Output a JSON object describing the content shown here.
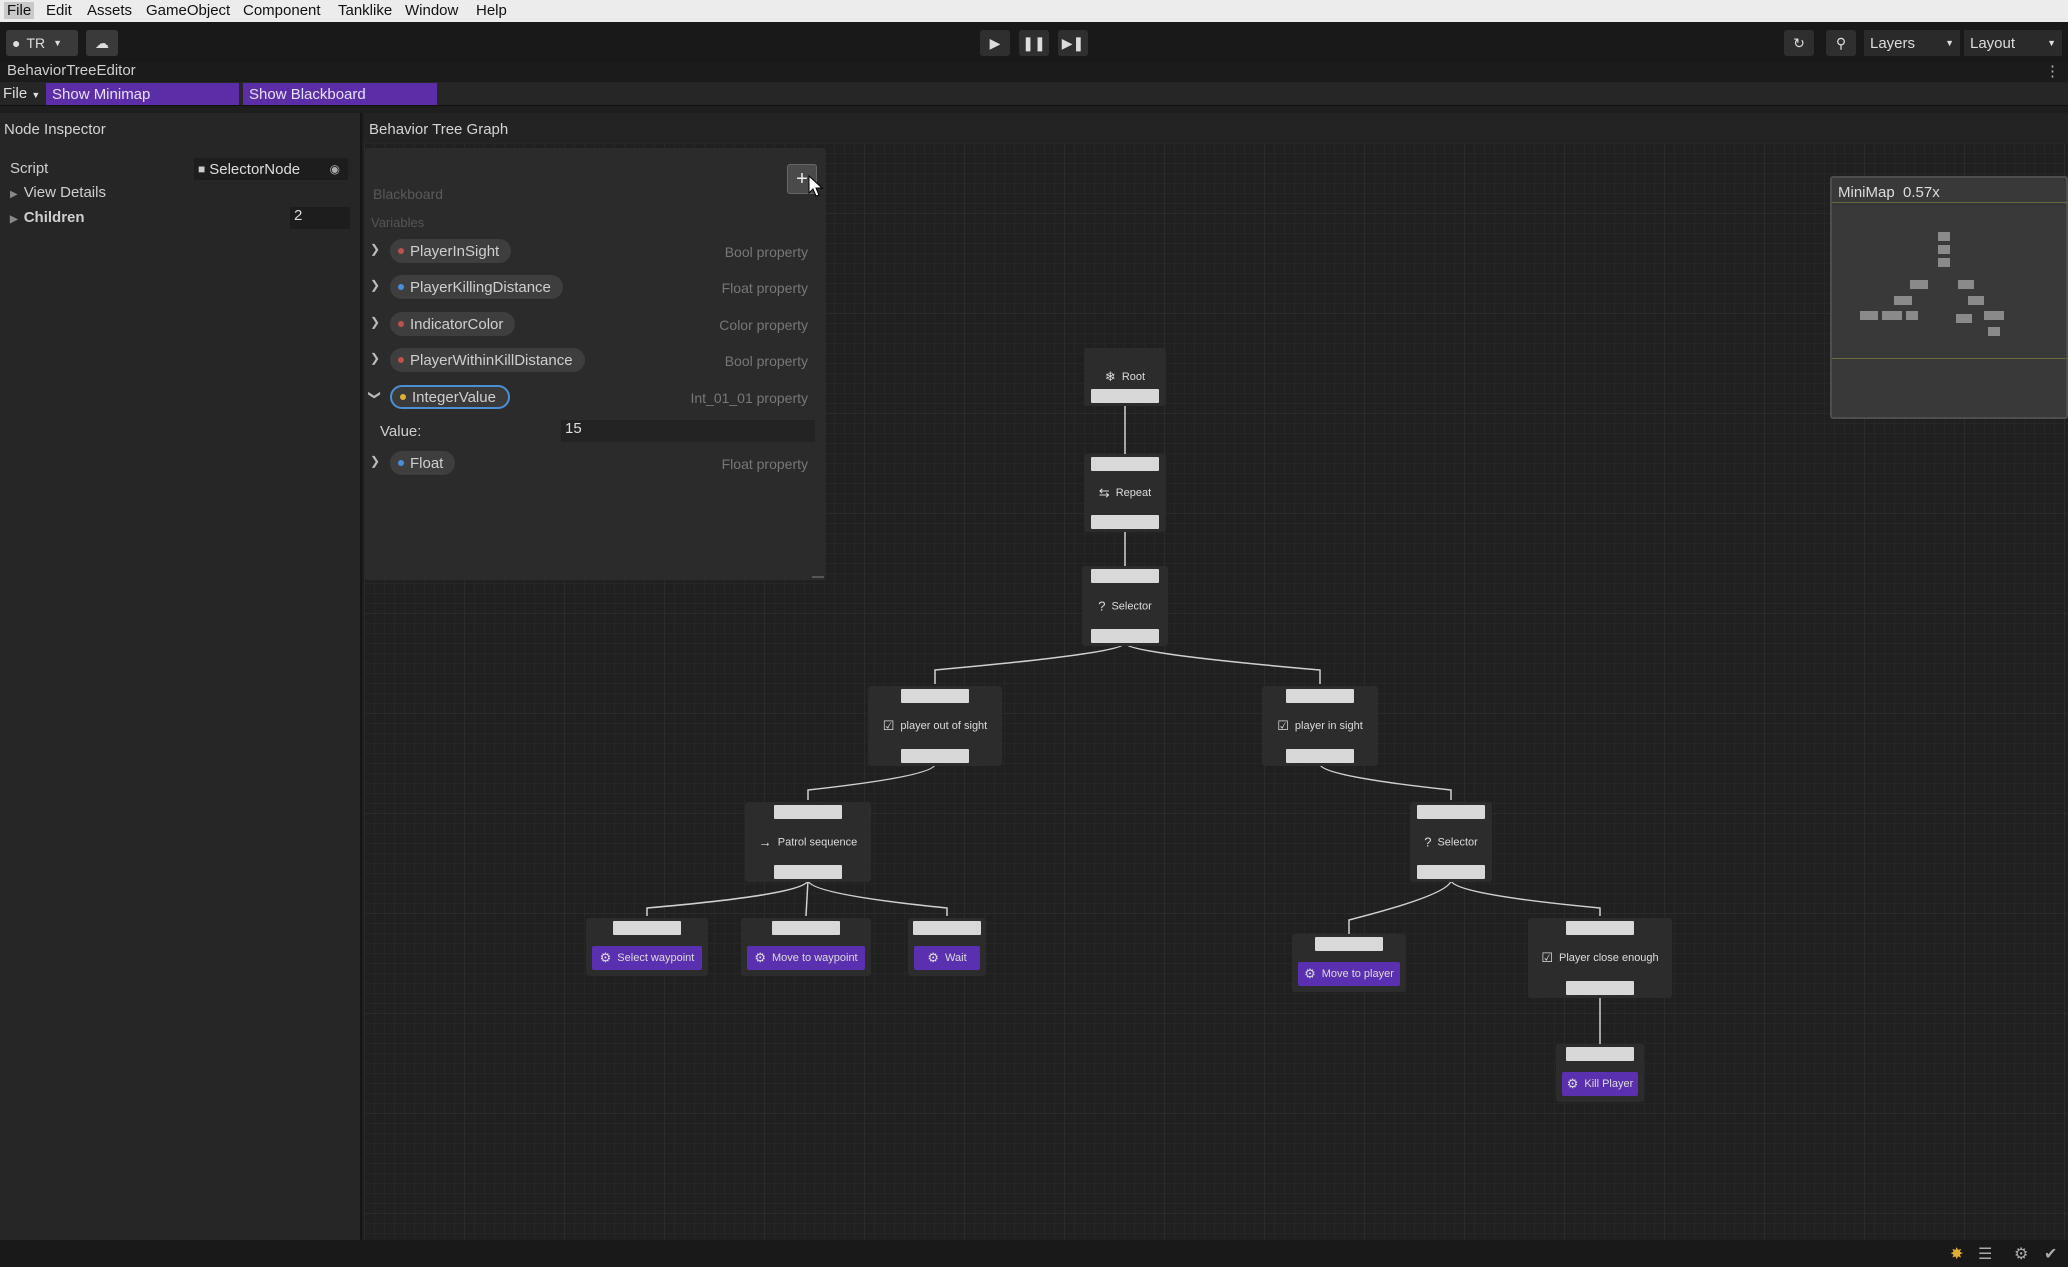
{
  "menu": [
    "File",
    "Edit",
    "Assets",
    "GameObject",
    "Component",
    "Tanklike",
    "Window",
    "Help"
  ],
  "toolbar": {
    "account_label": "TR",
    "layers_label": "Layers",
    "layout_label": "Layout"
  },
  "editor": {
    "window_title": "BehaviorTreeEditor",
    "file_menu": "File",
    "show_minimap": "Show Minimap",
    "show_blackboard": "Show Blackboard"
  },
  "inspector": {
    "title": "Node Inspector",
    "script_label": "Script",
    "script_value": "SelectorNode",
    "view_details": "View Details",
    "children_label": "Children",
    "children_value": "2"
  },
  "graph": {
    "title": "Behavior Tree Graph"
  },
  "blackboard": {
    "header": "Blackboard",
    "variables_header": "Variables",
    "add_label": "+",
    "variables": [
      {
        "name": "PlayerInSight",
        "type": "Bool property",
        "dot_color": "#c0504d",
        "expanded": false
      },
      {
        "name": "PlayerKillingDistance",
        "type": "Float property",
        "dot_color": "#4a8fd6",
        "expanded": false
      },
      {
        "name": "IndicatorColor",
        "type": "Color property",
        "dot_color": "#c0504d",
        "expanded": false
      },
      {
        "name": "PlayerWithinKillDistance",
        "type": "Bool property",
        "dot_color": "#c0504d",
        "expanded": false
      },
      {
        "name": "IntegerValue",
        "type": "Int_01_01 property",
        "dot_color": "#e0b030",
        "expanded": true
      },
      {
        "name": "Float",
        "type": "Float property",
        "dot_color": "#4a8fd6",
        "expanded": false
      }
    ],
    "value_label": "Value:",
    "value": "15"
  },
  "nodes": {
    "root": "Root",
    "repeat": "Repeat",
    "selector_top": "Selector",
    "player_out_of_sight": "player out of sight",
    "player_in_sight": "player in sight",
    "patrol_sequence": "Patrol sequence",
    "selector_right": "Selector",
    "select_waypoint": "Select waypoint",
    "move_to_waypoint": "Move to waypoint",
    "wait": "Wait",
    "move_to_player": "Move to player",
    "player_close_enough": "Player close enough",
    "kill_player": "Kill Player"
  },
  "minimap": {
    "title": "MiniMap",
    "zoom": "0.57x"
  },
  "colors": {
    "accent_purple": "#5b2ea8",
    "action_node": "#5a2fb0",
    "selection_blue": "#4c8fd6"
  }
}
